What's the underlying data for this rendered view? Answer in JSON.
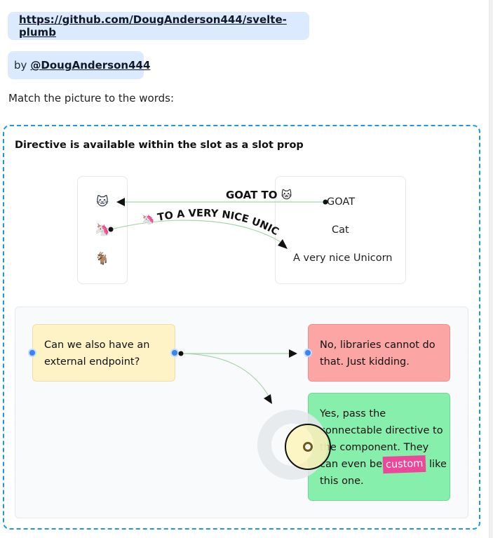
{
  "header": {
    "repo_link": "https://github.com/DougAnderson444/svelte-plumb",
    "by_prefix": "by",
    "author": "@DougAnderson444"
  },
  "instruction": "Match the picture to the words:",
  "demo": {
    "title": "Directive is available within the slot as a slot prop",
    "emojis": [
      {
        "glyph": "🐱",
        "icon": "cat-face-icon"
      },
      {
        "glyph": "🦄",
        "icon": "unicorn-icon"
      },
      {
        "glyph": "🐐",
        "icon": "goat-icon"
      }
    ],
    "words": [
      "GOAT",
      "Cat",
      "A very nice Unicorn"
    ],
    "link_labels": {
      "goat_to": "GOAT TO 🐱",
      "unicorn_to": "🦄 TO A VERY NICE UNIC"
    }
  },
  "flow": {
    "question": "Can we also have an external endpoint?",
    "no_answer": "No, libraries cannot do that. Just kidding.",
    "yes_answer": "Yes, pass the connectable directive to the component. They can even be",
    "yes_badge": "custom",
    "yes_tail": "like this one."
  },
  "colors": {
    "accent_border": "#1e9bd7",
    "link_pill": "#dbeafe",
    "question_node": "#fdf3c6",
    "no_node": "#fca5a5",
    "yes_node": "#86efac",
    "port": "#3b82f6",
    "badge": "#ec4899"
  }
}
